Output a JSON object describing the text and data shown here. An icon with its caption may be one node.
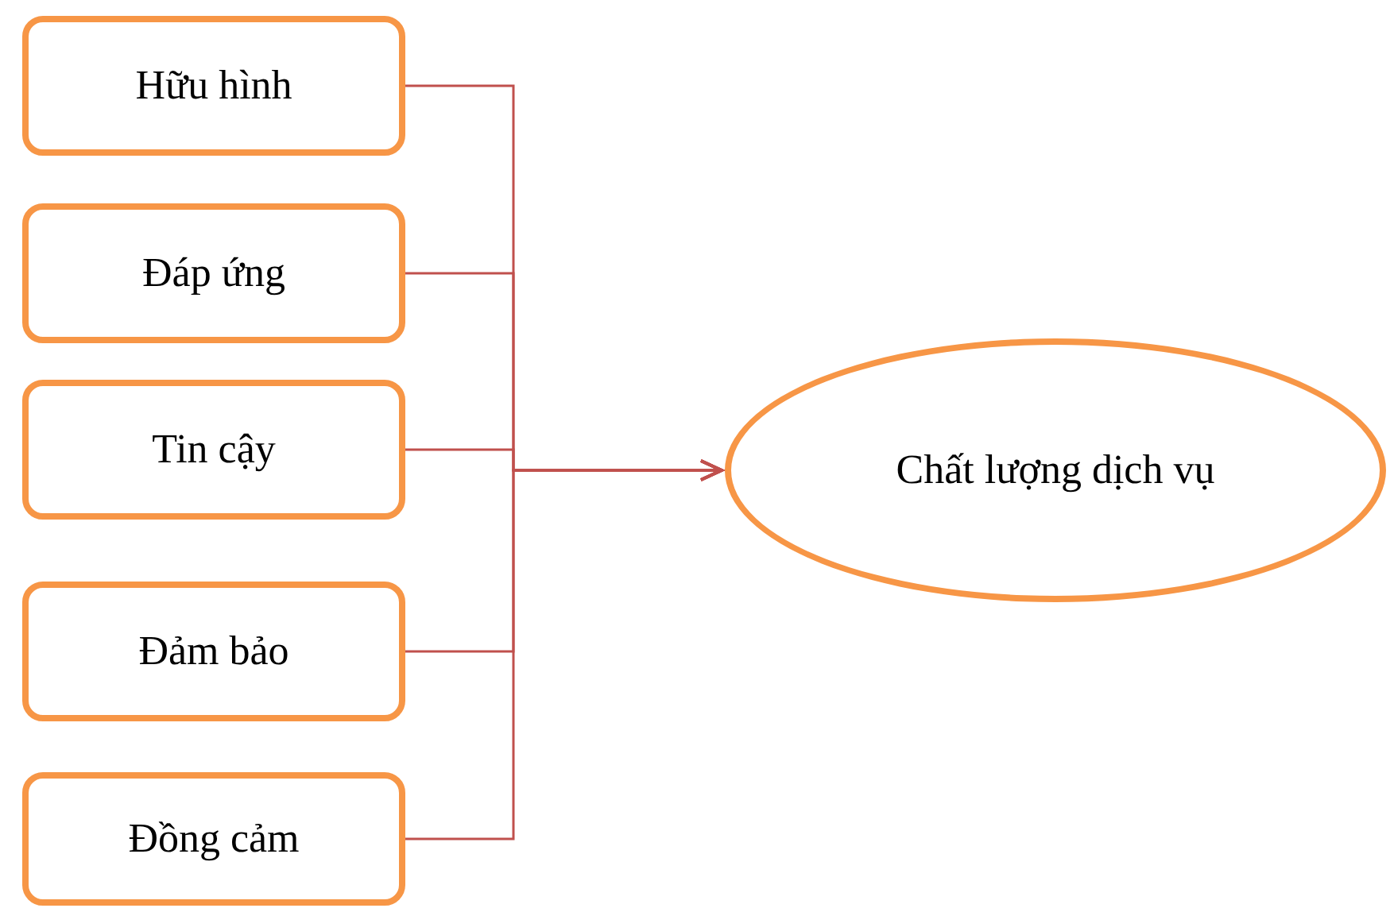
{
  "diagram": {
    "nodes": [
      {
        "text": [
          "Hữu hình"
        ]
      },
      {
        "text": [
          "Đáp ứng"
        ]
      },
      {
        "text": [
          "Tin cậy"
        ]
      },
      {
        "text": [
          "Đảm bảo"
        ]
      },
      {
        "text": [
          "Đồng cảm"
        ]
      },
      {
        "text": [
          "Chất lượng dịch vụ"
        ]
      }
    ],
    "edges": [
      {
        "from": 0,
        "to": 5,
        "arrow": "to"
      },
      {
        "from": 1,
        "to": 5,
        "arrow": "to"
      },
      {
        "from": 2,
        "to": 5,
        "arrow": "to"
      },
      {
        "from": 3,
        "to": 5,
        "arrow": "to"
      },
      {
        "from": 4,
        "to": 5,
        "arrow": "to"
      }
    ]
  }
}
